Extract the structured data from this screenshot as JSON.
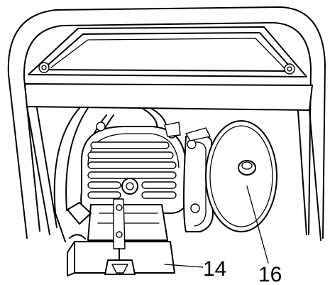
{
  "figure": {
    "callouts": [
      {
        "id": "battery-box",
        "label": "14"
      },
      {
        "id": "air-filter-cover",
        "label": "16"
      }
    ]
  },
  "colors": {
    "line": "#000000",
    "background": "#ffffff"
  }
}
